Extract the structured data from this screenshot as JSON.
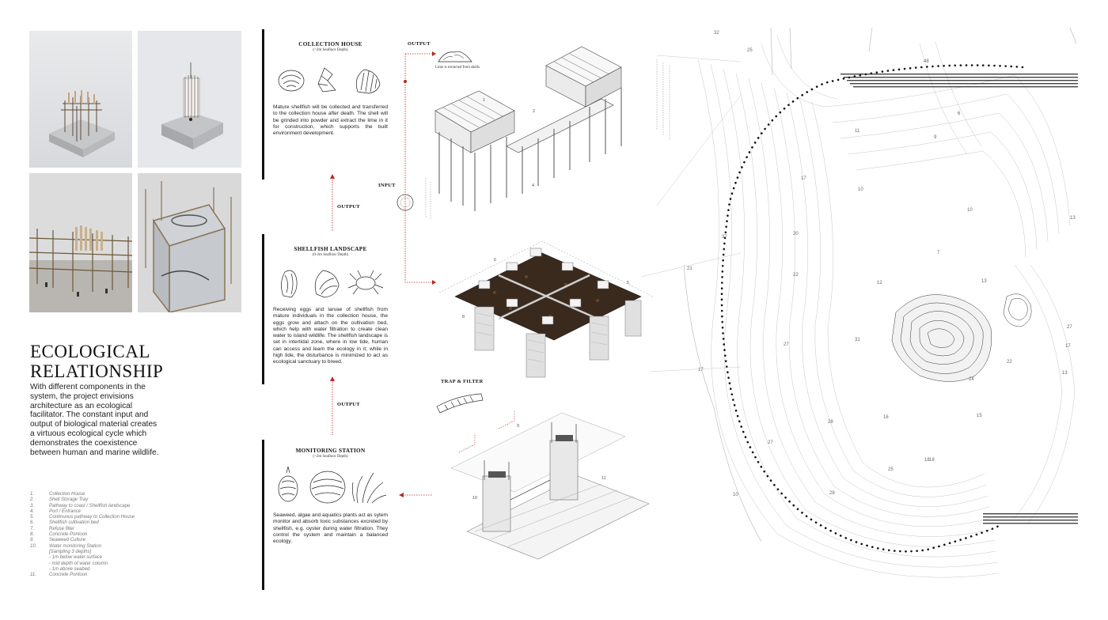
{
  "title": "ECOLOGICAL RELATIONSHIP",
  "intro": "With different components in the system, the project envisions architecture as an ecological facilitator. The constant input and output of biological material creates a virtuous ecological cycle which demonstrates the coexistence between human and marine wildlife.",
  "legend": [
    {
      "n": "1.",
      "label": "Collection House"
    },
    {
      "n": "2.",
      "label": "Shell Storage Tray"
    },
    {
      "n": "3.",
      "label": "Pathway to coast / Shellfish landscape"
    },
    {
      "n": "4.",
      "label": "Port / Entrance"
    },
    {
      "n": "5.",
      "label": "Continuous pathway to Collection House"
    },
    {
      "n": "6.",
      "label": "Shellfish cultivation bed"
    },
    {
      "n": "7.",
      "label": "Refuse filter"
    },
    {
      "n": "8.",
      "label": "Concrete Pontoon"
    },
    {
      "n": "9.",
      "label": "Seaweed Culture"
    },
    {
      "n": "10.",
      "label": "Water monitoring Station"
    },
    {
      "n": "",
      "label": "[Sampling 3 depths]"
    },
    {
      "n": "",
      "label": "- 1m below water surface"
    },
    {
      "n": "",
      "label": "- mid depth of water column"
    },
    {
      "n": "",
      "label": "- 1m above seabed"
    },
    {
      "n": "11.",
      "label": "Concrete Pontoon"
    }
  ],
  "sections": {
    "collection": {
      "title": "COLLECTION HOUSE",
      "subtitle": "(<2m Seafloor Depth)",
      "text": "Mature shellfish will be collected and transferred to the collection house after death. The shell will be grinded into powder and extract the lime in it for construction, which supports the built environment development."
    },
    "landscape": {
      "title": "SHELLFISH LANDSCAPE",
      "subtitle": "(0-2m Seafloor Depth)",
      "text": "Receiving eggs and larvae of shellfish from mature individuals in the collection house, the eggs grow and attach on the cultivation bed, which help with water filtration to create clean water to island wildlife. The shellfish landscape is set in intertidal zone, where in low tide, human can access and learn the ecology in it; while in high tide, the disturbance is minimized to act as ecological sanctuary to breed."
    },
    "monitoring": {
      "title": "MONITORING STATION",
      "subtitle": "(>2m Seafloor Depth)",
      "text": "Seaweed, algae and aquatics plants act as sytem monitor and absorb toxic substances excreted by shellfish, e.g. oyster during water filtration. They control the system and maintain a balanced ecology."
    }
  },
  "flow": {
    "output_top": "OUTPUT",
    "lime_note": "Lime is extracted from shells",
    "input": "INPUT",
    "output_mid": "OUTPUT",
    "output_low": "OUTPUT",
    "trap_filter": "TRAP & FILTER"
  },
  "diagram_numbers": {
    "n1": "1",
    "n2": "2",
    "n4": "4",
    "n5": "5",
    "n6": "6",
    "n8": "8",
    "n9": "9",
    "n10": "10",
    "n11": "11"
  },
  "map_labels": [
    "32",
    "25",
    "48",
    "11",
    "17",
    "10",
    "10",
    "9",
    "7",
    "6",
    "20",
    "22",
    "13",
    "13",
    "37",
    "21",
    "27",
    "31",
    "17",
    "24",
    "22",
    "17",
    "18",
    "16",
    "15",
    "28",
    "27",
    "25",
    "10",
    "12",
    "13",
    "28",
    "18",
    "27"
  ],
  "colors": {
    "accent_red": "#b5281e",
    "ink": "#111111"
  }
}
